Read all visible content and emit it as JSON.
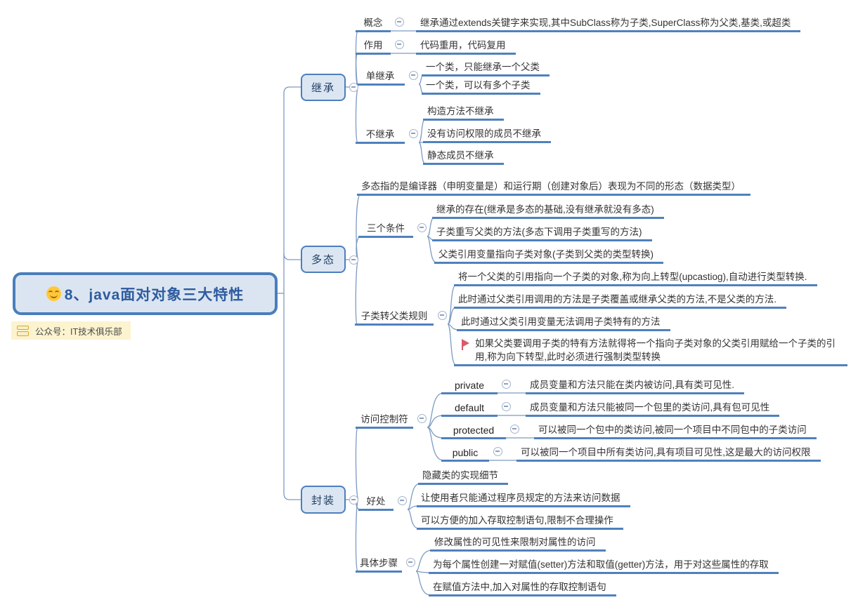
{
  "root": {
    "title": "8、java面对对象三大特性"
  },
  "tag": {
    "label": "公众号：IT技术俱乐部"
  },
  "colors": {
    "accent_blue": "#4f81bd",
    "node_fill": "#dce6f2",
    "node_border": "#4a7ebb",
    "connector": "#7d9bc2",
    "tag_bg": "#fcf3cf",
    "flag_red": "#d95b6a",
    "title_text": "#2e5b9f"
  },
  "branches": [
    {
      "label": "继承",
      "children": [
        {
          "label": "概念",
          "items": [
            "继承通过extends关键字来实现,其中SubClass称为子类,SuperClass称为父类,基类,或超类"
          ]
        },
        {
          "label": "作用",
          "items": [
            "代码重用，代码复用"
          ]
        },
        {
          "label": "单继承",
          "items": [
            "一个类，只能继承一个父类",
            "一个类，可以有多个子类"
          ]
        },
        {
          "label": "不继承",
          "items": [
            "构造方法不继承",
            "没有访问权限的成员不继承",
            "静态成员不继承"
          ]
        }
      ]
    },
    {
      "label": "多态",
      "note": "多态指的是编译器（申明变量是）和运行期（创建对象后）表现为不同的形态（数据类型）",
      "children": [
        {
          "label": "三个条件",
          "items": [
            "继承的存在(继承是多态的基础,没有继承就没有多态)",
            "子类重写父类的方法(多态下调用子类重写的方法)",
            "父类引用变量指向子类对象(子类到父类的类型转换)"
          ]
        },
        {
          "label": "子类转父类规则",
          "items": [
            "将一个父类的引用指向一个子类的对象,称为向上转型(upcastiog),自动进行类型转换.",
            "此时通过父类引用调用的方法是子类覆盖或继承父类的方法,不是父类的方法.",
            "此时通过父类引用变量无法调用子类特有的方法",
            "如果父类要调用子类的特有方法就得将一个指向子类对象的父类引用赋给一个子类的引用,称为向下转型,此时必须进行强制类型转换"
          ]
        }
      ]
    },
    {
      "label": "封装",
      "children": [
        {
          "label": "访问控制符",
          "modifiers": [
            {
              "label": "private",
              "text": "成员变量和方法只能在类内被访问,具有类可见性."
            },
            {
              "label": "default",
              "text": "成员变量和方法只能被同一个包里的类访问,具有包可见性"
            },
            {
              "label": "protected",
              "text": "可以被同一个包中的类访问,被同一个项目中不同包中的子类访问"
            },
            {
              "label": "public",
              "text": "可以被同一个项目中所有类访问,具有项目可见性,这是最大的访问权限"
            }
          ]
        },
        {
          "label": "好处",
          "items": [
            "隐藏类的实现细节",
            "让使用者只能通过程序员规定的方法来访问数据",
            "可以方便的加入存取控制语句,限制不合理操作"
          ]
        },
        {
          "label": "具体步骤",
          "items": [
            "修改属性的可见性来限制对属性的访问",
            "为每个属性创建一对赋值(setter)方法和取值(getter)方法，用于对这些属性的存取",
            "在赋值方法中,加入对属性的存取控制语句"
          ]
        }
      ]
    }
  ]
}
